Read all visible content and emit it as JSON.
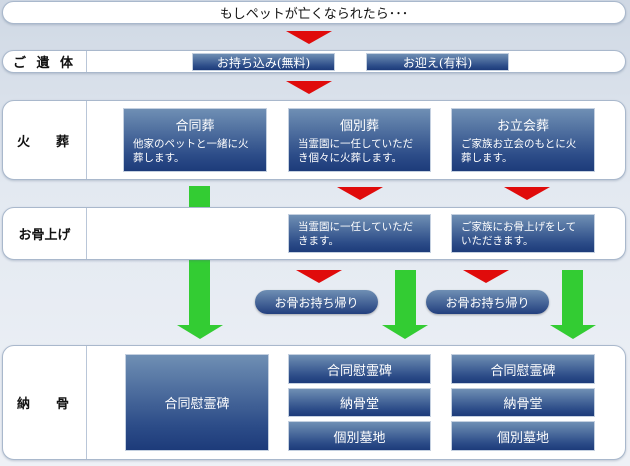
{
  "title": "もしペットが亡くなられたら･･･",
  "rows": {
    "remains": {
      "label": "ご 遺 体",
      "options": [
        "お持ち込み(無料)",
        "お迎え(有料)"
      ]
    },
    "cremation": {
      "label_a": "火",
      "label_b": "葬",
      "options": [
        {
          "title": "合同葬",
          "desc": "他家のペットと一緒に火葬します。"
        },
        {
          "title": "個別葬",
          "desc": "当霊園に一任していただき個々に火葬します。"
        },
        {
          "title": "お立会葬",
          "desc": "ご家族お立会のもとに火葬します。"
        }
      ]
    },
    "bone_collection": {
      "label": "お骨上げ",
      "options": [
        "当霊園に一任していただきます。",
        "ご家族にお骨上げをしていただきます。"
      ]
    },
    "take_home": [
      "お骨お持ち帰り",
      "お骨お持ち帰り"
    ],
    "interment": {
      "label_a": "納",
      "label_b": "骨",
      "single": "合同慰霊碑",
      "col2": [
        "合同慰霊碑",
        "納骨堂",
        "個別墓地"
      ],
      "col3": [
        "合同慰霊碑",
        "納骨堂",
        "個別墓地"
      ]
    }
  },
  "colors": {
    "red_arrow": "#e00b0b",
    "green_arrow": "#33cc33",
    "box": "#2c4c88"
  }
}
